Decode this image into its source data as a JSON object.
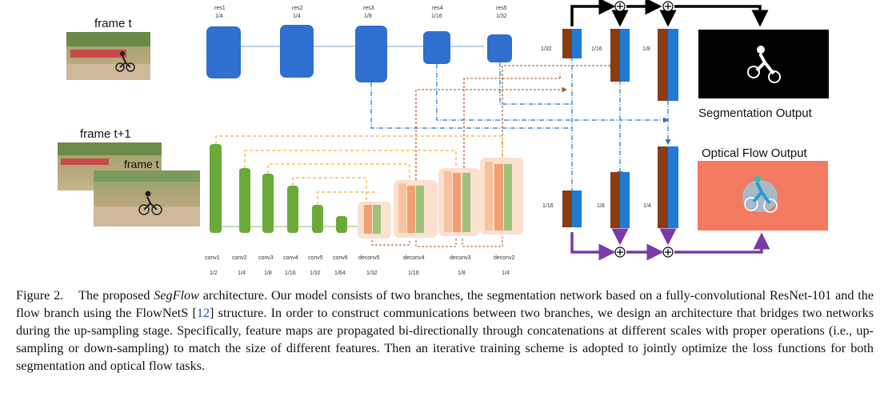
{
  "figure": {
    "frame_t_label": "frame t",
    "frame_t1_label": "frame t+1",
    "frame_t_overlay_label": "frame t",
    "res_blocks": [
      {
        "name": "res1",
        "scale": "1/4"
      },
      {
        "name": "res2",
        "scale": "1/4"
      },
      {
        "name": "res3",
        "scale": "1/8"
      },
      {
        "name": "res4",
        "scale": "1/16"
      },
      {
        "name": "res5",
        "scale": "1/32"
      }
    ],
    "flow_labels": [
      {
        "name": "conv1",
        "scale": "1/2"
      },
      {
        "name": "conv2",
        "scale": "1/4"
      },
      {
        "name": "conv3",
        "scale": "1/8"
      },
      {
        "name": "conv4",
        "scale": "1/16"
      },
      {
        "name": "conv5",
        "scale": "1/32"
      },
      {
        "name": "conv6",
        "scale": "1/64"
      },
      {
        "name": "deconv5",
        "scale": "1/32"
      },
      {
        "name": "deconv4",
        "scale": "1/16"
      },
      {
        "name": "deconv3",
        "scale": "1/8"
      },
      {
        "name": "deconv2",
        "scale": "1/4"
      }
    ],
    "seg_scales": [
      "1/32",
      "1/16",
      "1/8"
    ],
    "flow_scales": [
      "1/16",
      "1/8",
      "1/4"
    ],
    "seg_output_label": "Segmentation Output",
    "flow_output_label": "Optical Flow Output",
    "colors": {
      "res_block": "#2f6fd0",
      "conv_block": "#6aaa3a",
      "deconv_orange": "#f0a070",
      "deconv_green": "#9ec27a",
      "brown": "#8a3c16",
      "blue_bar": "#1f7ad8",
      "purple": "#7a3aa8",
      "black": "#000000",
      "flow_bg": "#f47a62"
    }
  },
  "caption": {
    "label": "Figure 2.",
    "t1": "The proposed ",
    "em": "SegFlow",
    "t2": " architecture. Our model consists of two branches, the segmentation network based on a fully-convolutional ResNet-101 and the flow branch using the FlowNetS [",
    "ref": "12",
    "t3": "] structure. In order to construct communications between two branches, we design an architecture that bridges two networks during the up-sampling stage. Specifically, feature maps are propagated bi-directionally through concatenations at different scales with proper operations (i.e., up-sampling or down-sampling) to match the size of different features. Then an iterative training scheme is adopted to jointly optimize the loss functions for both segmentation and optical flow tasks."
  }
}
